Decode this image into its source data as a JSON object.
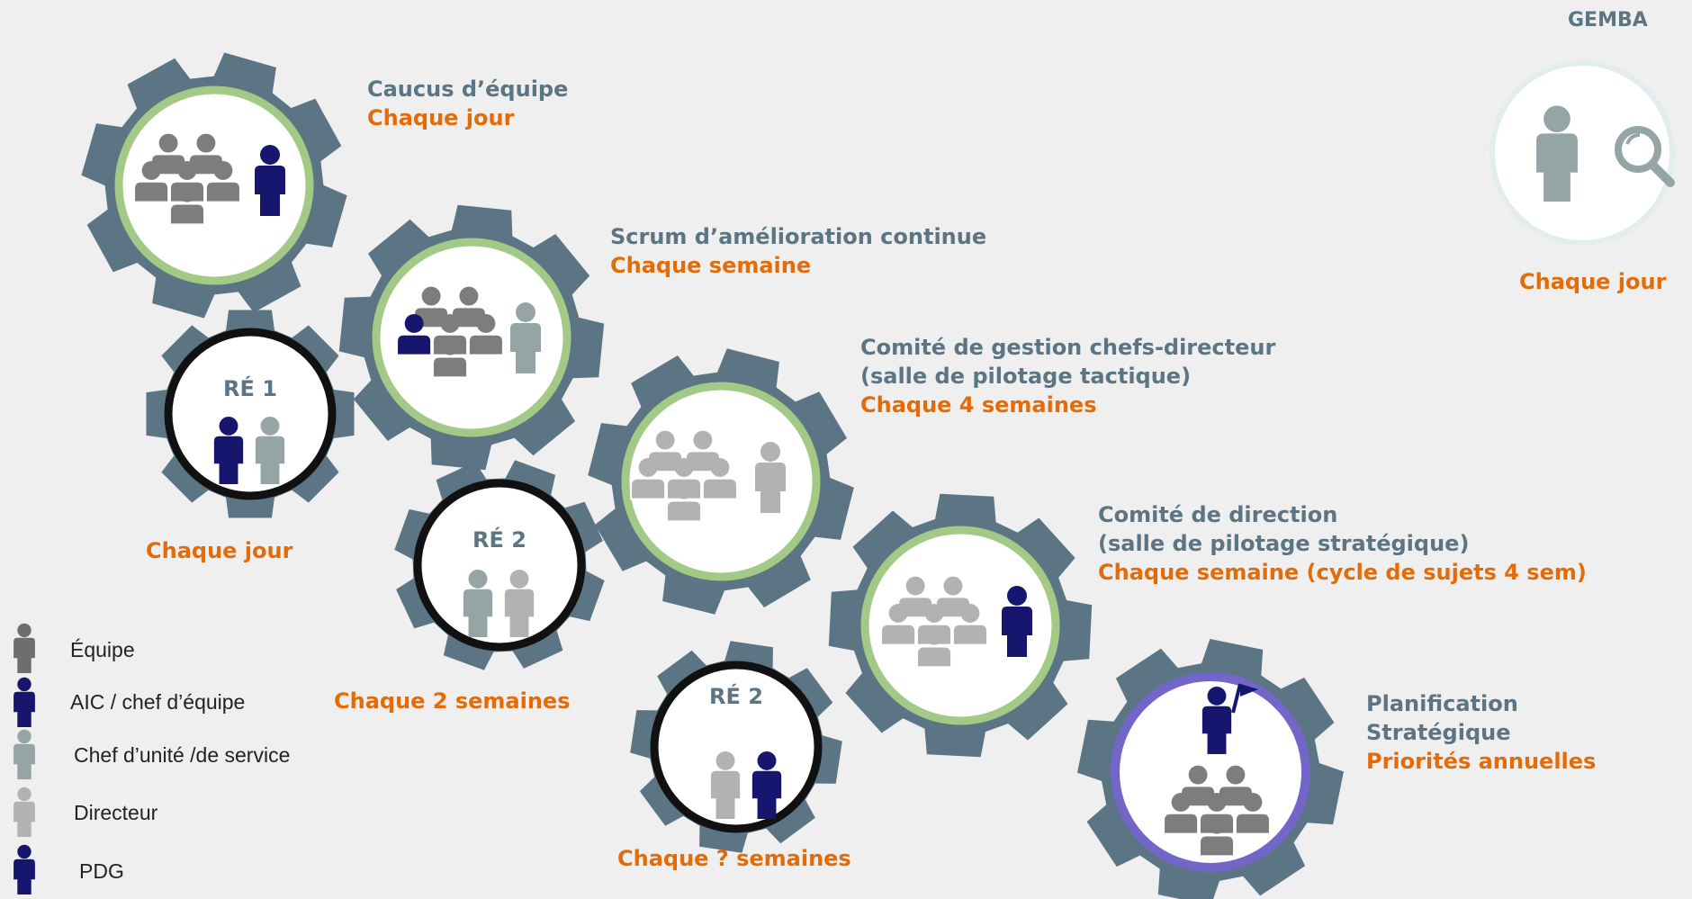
{
  "colors": {
    "background": "#efefef",
    "gear": "#5b7585",
    "ring_green": "#a2c986",
    "ring_black": "#111111",
    "ring_purple": "#7267c9",
    "navy": "#16166f",
    "team_gray": "#7d7d7d",
    "unit_chief": "#95a5a6",
    "director": "#b2b2b2",
    "accent_orange": "#e36c09",
    "title_slate": "#5b7585"
  },
  "gemba": {
    "title": "GEMBA",
    "frequency": "Chaque jour",
    "icons": [
      "person-icon",
      "magnifier-icon"
    ]
  },
  "meetings": [
    {
      "title_lines": [
        "Caucus d’équipe"
      ],
      "frequency": "Chaque jour"
    },
    {
      "title_lines": [
        "Scrum d’amélioration continue"
      ],
      "frequency": "Chaque semaine"
    },
    {
      "title_lines": [
        "Comité de gestion chefs-directeur",
        "(salle de pilotage tactique)"
      ],
      "frequency": "Chaque 4 semaines"
    },
    {
      "title_lines": [
        "Comité de direction",
        "(salle de pilotage stratégique)"
      ],
      "frequency": "Chaque semaine (cycle de sujets 4 sem)"
    },
    {
      "title_lines": [
        "Planification",
        "Stratégique"
      ],
      "frequency": "Priorités annuelles"
    }
  ],
  "reviews": [
    {
      "label": "RÉ 1",
      "frequency": "Chaque jour"
    },
    {
      "label": "RÉ 2",
      "frequency": "Chaque 2 semaines"
    },
    {
      "label": "RÉ 2",
      "frequency": "Chaque ? semaines"
    }
  ],
  "legend": [
    {
      "label": "Équipe",
      "color": "#6e6e6e"
    },
    {
      "label": "AIC / chef d’équipe",
      "color": "#16166f"
    },
    {
      "label": "Chef d’unité /de service",
      "color": "#95a5a6"
    },
    {
      "label": "Directeur",
      "color": "#b2b2b2"
    },
    {
      "label": "PDG",
      "color": "#16166f"
    }
  ]
}
